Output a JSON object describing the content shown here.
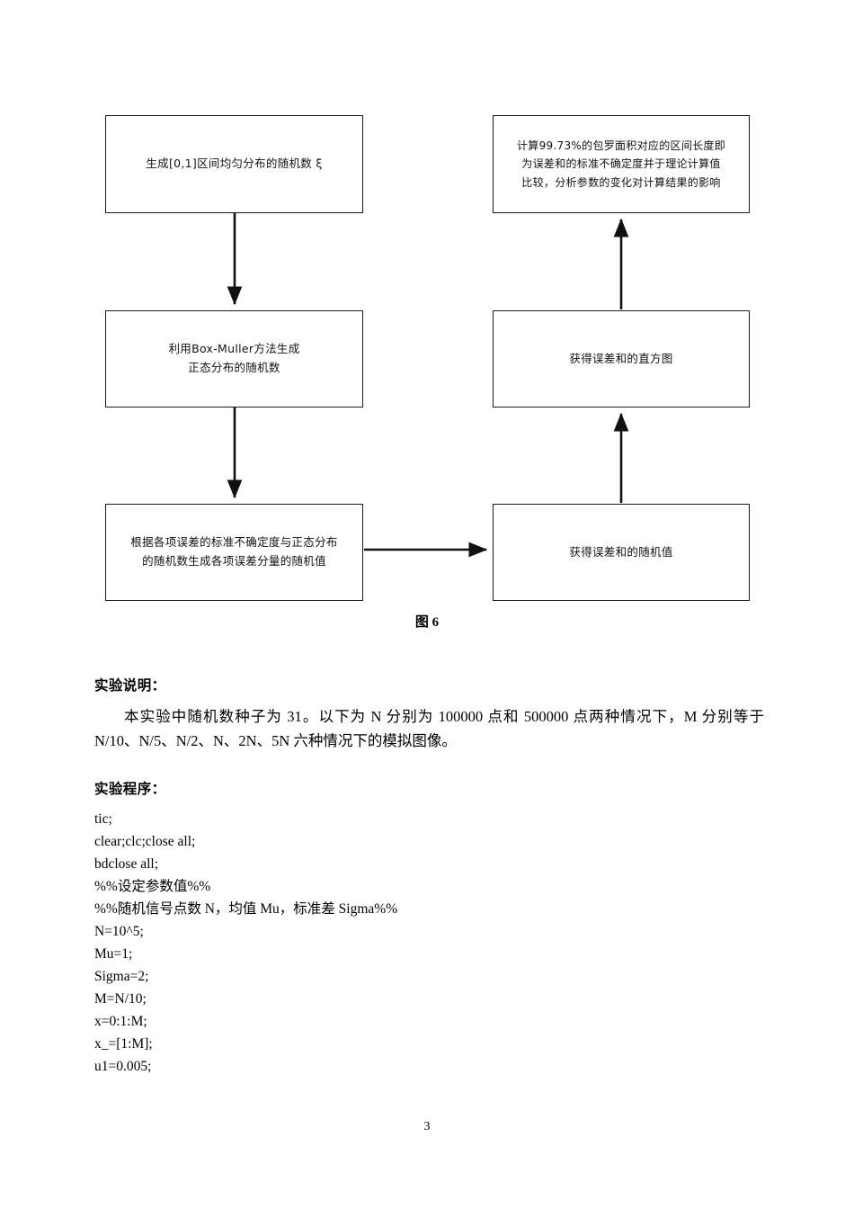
{
  "flowchart": {
    "caption": "图 6",
    "nodes": [
      {
        "id": "node-1",
        "text": "生成[0,1]区间均匀分布的随机数 ξ"
      },
      {
        "id": "node-2",
        "text": "利用Box-Muller方法生成\n正态分布的随机数"
      },
      {
        "id": "node-3",
        "text": "根据各项误差的标准不确定度与正态分布\n的随机数生成各项误差分量的随机值"
      },
      {
        "id": "node-4",
        "text": "计算99.73%的包罗面积对应的区间长度即\n为误差和的标准不确定度并于理论计算值\n比较，分析参数的变化对计算结果的影响"
      },
      {
        "id": "node-5",
        "text": "获得误差和的直方图"
      },
      {
        "id": "node-6",
        "text": "获得误差和的随机值"
      }
    ],
    "edges": [
      {
        "name": "arrow-node1-to-node2",
        "direction": "down"
      },
      {
        "name": "arrow-node2-to-node3",
        "direction": "down"
      },
      {
        "name": "arrow-node3-to-node6",
        "direction": "right"
      },
      {
        "name": "arrow-node6-to-node5",
        "direction": "up"
      },
      {
        "name": "arrow-node5-to-node4",
        "direction": "up"
      }
    ]
  },
  "sections": {
    "experiment_note": {
      "heading": "实验说明：",
      "paragraph": "本实验中随机数种子为 31。以下为 N 分别为 100000 点和 500000 点两种情况下，M 分别等于 N/10、N/5、N/2、N、2N、5N 六种情况下的模拟图像。"
    },
    "experiment_program": {
      "heading": "实验程序：",
      "code": [
        "tic;",
        "clear;clc;close all;",
        "bdclose all;",
        "%%设定参数值%%",
        "%%随机信号点数 N，均值 Mu，标准差 Sigma%%",
        "N=10^5;",
        "Mu=1;",
        "Sigma=2;",
        "M=N/10;",
        "x=0:1:M;",
        "x_=[1:M];",
        "u1=0.005;"
      ]
    }
  },
  "footer": {
    "page_number": "3"
  }
}
